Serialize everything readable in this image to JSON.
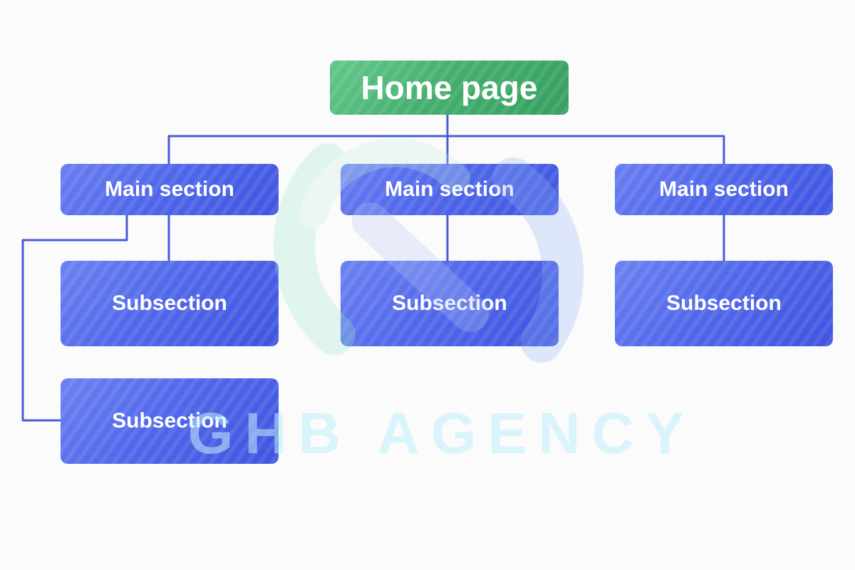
{
  "diagram": {
    "root": {
      "label": "Home page",
      "color": "#3fa866"
    },
    "main_sections": [
      {
        "label": "Main section"
      },
      {
        "label": "Main section"
      },
      {
        "label": "Main section"
      }
    ],
    "subsections": [
      {
        "label": "Subsection"
      },
      {
        "label": "Subsection"
      },
      {
        "label": "Subsection"
      },
      {
        "label": "Subsection"
      }
    ],
    "node_color": "#4e63e8",
    "connector_color": "#4a5bd6"
  },
  "watermark": {
    "text": "GHB AGENCY"
  }
}
